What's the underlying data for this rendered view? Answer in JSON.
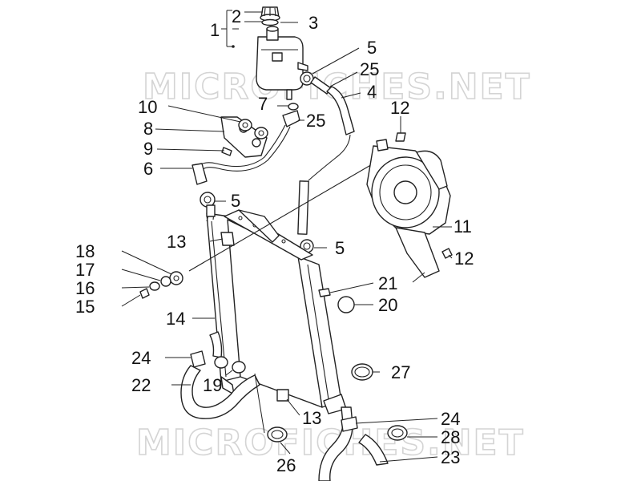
{
  "watermark": {
    "text": "MICROFICHES.NET"
  },
  "labels": [
    "1",
    "2",
    "3",
    "5",
    "25",
    "4",
    "10",
    "7",
    "25",
    "12",
    "8",
    "9",
    "6",
    "5",
    "11",
    "13",
    "5",
    "12",
    "18",
    "17",
    "16",
    "15",
    "21",
    "20",
    "14",
    "24",
    "27",
    "22",
    "19",
    "13",
    "24",
    "28",
    "26",
    "23"
  ]
}
